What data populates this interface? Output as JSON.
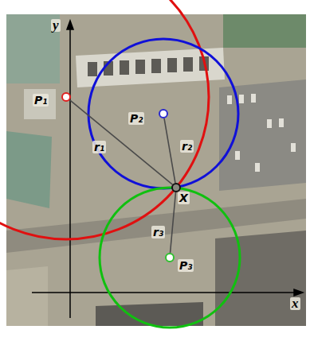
{
  "diagram": {
    "nodes": [
      {
        "text": [
          "P₁"
        ]
      },
      {
        "text": [
          "P₂"
        ]
      },
      {
        "text": [
          "P₃"
        ]
      },
      {
        "text": [
          "X"
        ]
      }
    ],
    "edges": [
      {
        "from": 0,
        "to": 3,
        "arrow": "none",
        "label": "r₁"
      },
      {
        "from": 1,
        "to": 3,
        "arrow": "none",
        "label": "r₂"
      },
      {
        "from": 2,
        "to": 3,
        "arrow": "none",
        "label": "r₃"
      }
    ],
    "labels": [
      "y",
      "x"
    ]
  }
}
